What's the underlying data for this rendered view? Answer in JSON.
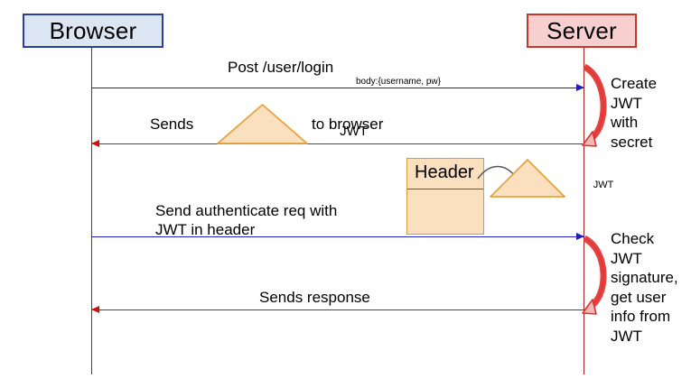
{
  "diagram": {
    "type": "sequence-diagram",
    "title": "JWT authentication flow",
    "colors": {
      "browser_fill": "#dce6f2",
      "browser_border": "#2b3f9e",
      "server_fill": "#f7cfcf",
      "server_border": "#c0392b",
      "request_arrow": "#2020c0",
      "response_arrow": "#d01010",
      "token_fill": "#fbe0c0",
      "token_border": "#e8a33d",
      "self_loop": "#e03030"
    },
    "actors": [
      {
        "id": "browser",
        "label": "Browser"
      },
      {
        "id": "server",
        "label": "Server"
      }
    ],
    "messages": [
      {
        "id": "m1",
        "label": "Post /user/login",
        "sublabel": "body:{username, pw}",
        "direction": "browser-to-server",
        "color": "#2020c0"
      },
      {
        "id": "m2",
        "label_before": "Sends",
        "label_after": "to browser",
        "direction": "server-to-browser",
        "color": "#d01010"
      },
      {
        "id": "m3",
        "label": "Send authenticate req with\nJWT in header",
        "direction": "browser-to-server",
        "color": "#2020c0"
      },
      {
        "id": "m4",
        "label": "Sends response",
        "direction": "server-to-browser",
        "color": "#d01010"
      }
    ],
    "self_loops": [
      {
        "id": "loop1",
        "label": "Create\nJWT\nwith\nsecret"
      },
      {
        "id": "loop2",
        "label": "Check\nJWT\nsignature,\nget user\ninfo from\nJWT"
      }
    ],
    "tokens": [
      {
        "id": "jwt1",
        "label": "JWT",
        "font_size": "15px"
      },
      {
        "id": "jwt2",
        "label": "JWT",
        "font_size": "11px"
      }
    ],
    "header_artifact": {
      "title": "Header"
    }
  }
}
